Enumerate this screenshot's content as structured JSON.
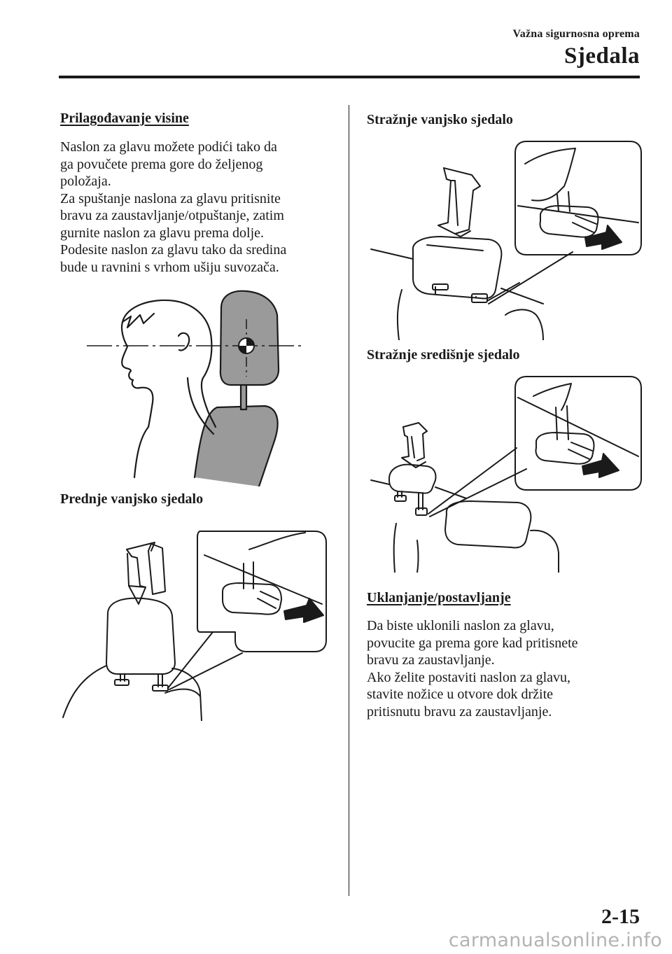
{
  "header": {
    "section": "Važna sigurnosna oprema",
    "title": "Sjedala"
  },
  "left": {
    "height_heading": "Prilagođavanje visine",
    "height_paragraph": [
      "Naslon za glavu možete podići tako da",
      "ga povučete prema gore do željenog",
      "položaja.",
      "Za spuštanje naslona za glavu pritisnite",
      "bravu za zaustavljanje/otpuštanje, zatim",
      "gurnite naslon za glavu prema dolje.",
      "Podesite naslon za glavu tako da sredina",
      "bude u ravnini s vrhom ušiju suvozača."
    ],
    "front_outer_label": "Prednje vanjsko sjedalo"
  },
  "right": {
    "rear_outer_label": "Stražnje vanjsko sjedalo",
    "rear_center_label": "Stražnje središnje sjedalo",
    "removal_heading": "Uklanjanje/postavljanje",
    "removal_paragraph": [
      "Da biste uklonili naslon za glavu,",
      "povucite ga prema gore kad pritisnete",
      "bravu za zaustavljanje.",
      "Ako želite postaviti naslon za glavu,",
      "stavite nožice u otvore dok držite",
      "pritisnutu bravu za zaustavljanje."
    ]
  },
  "footer": {
    "page_number": "2-15",
    "watermark": "carmanualsonline.info"
  }
}
